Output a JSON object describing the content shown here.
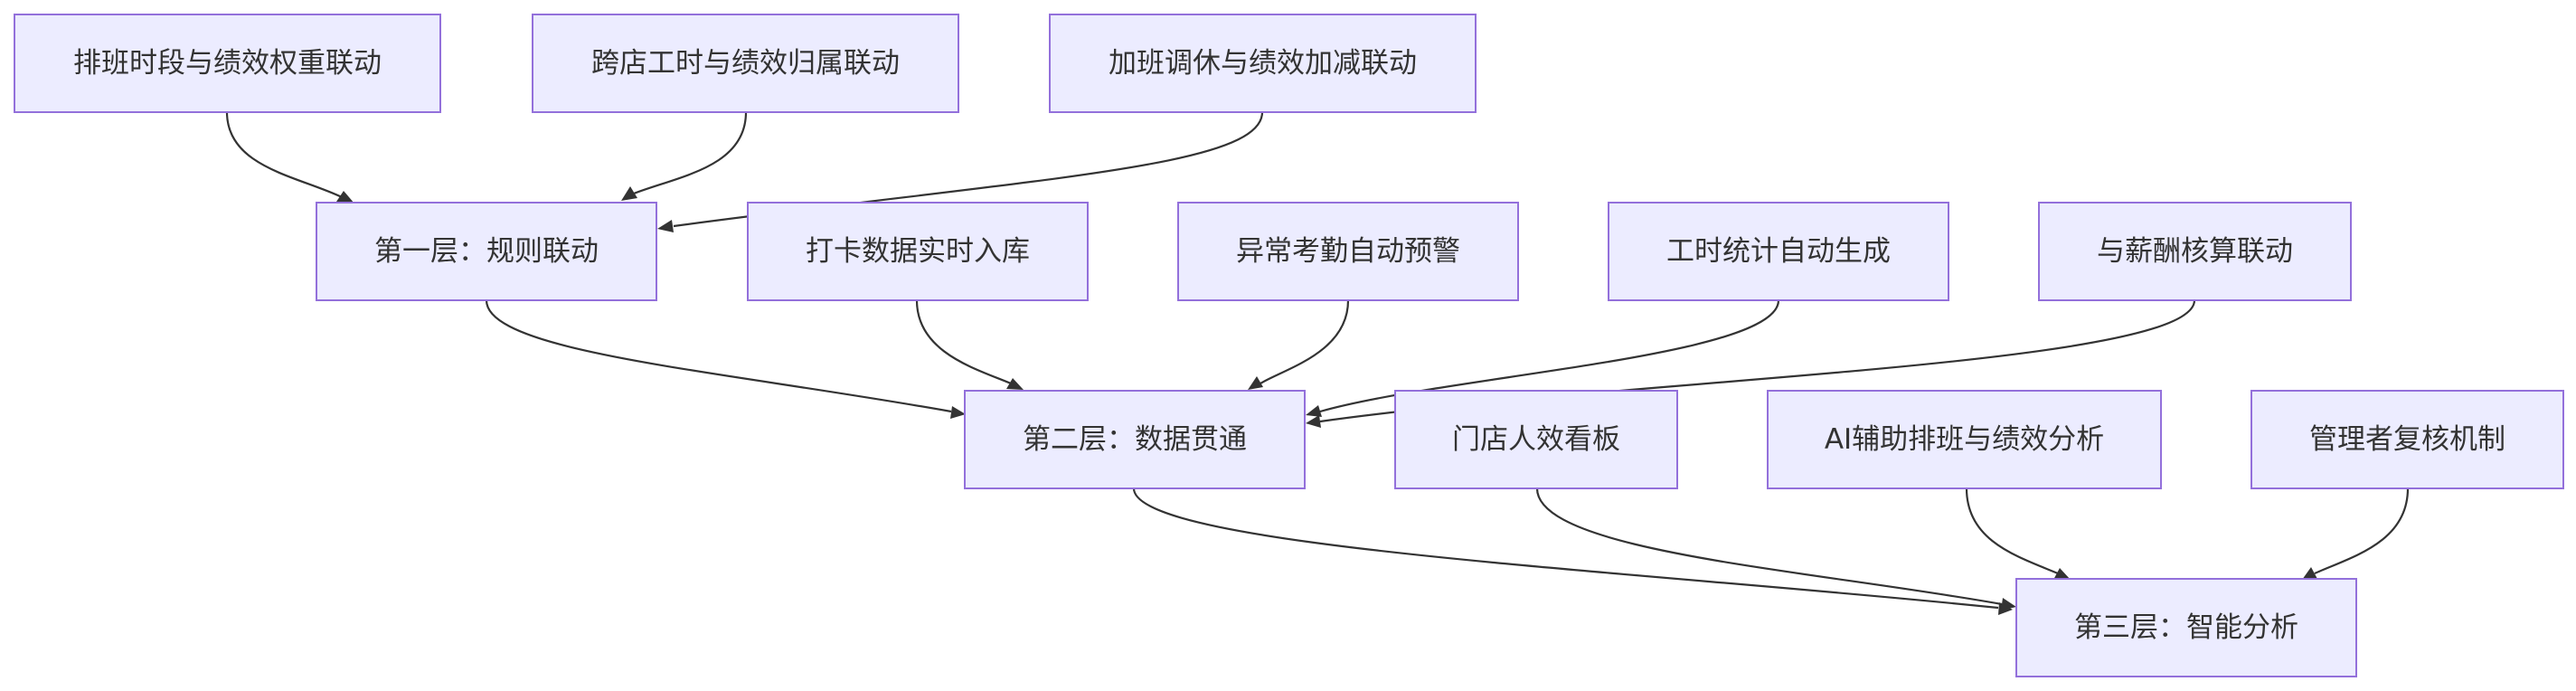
{
  "diagram": {
    "colors": {
      "node_fill": "#ECECFF",
      "node_border": "#9370DB",
      "edge": "#333333",
      "text": "#333333"
    },
    "nodes": {
      "schedule_weight": "排班时段与绩效权重联动",
      "cross_store": "跨店工时与绩效归属联动",
      "overtime": "加班调休与绩效加减联动",
      "layer1": "第一层：规则联动",
      "clock_in": "打卡数据实时入库",
      "attendance_alert": "异常考勤自动预警",
      "hours_stats": "工时统计自动生成",
      "payroll": "与薪酬核算联动",
      "layer2": "第二层：数据贯通",
      "store_dashboard": "门店人效看板",
      "ai_scheduling": "AI辅助排班与绩效分析",
      "manager_review": "管理者复核机制",
      "layer3": "第三层：智能分析"
    },
    "edges": [
      {
        "from": "schedule_weight",
        "to": "layer1"
      },
      {
        "from": "cross_store",
        "to": "layer1"
      },
      {
        "from": "overtime",
        "to": "layer1"
      },
      {
        "from": "layer1",
        "to": "layer2"
      },
      {
        "from": "clock_in",
        "to": "layer2"
      },
      {
        "from": "attendance_alert",
        "to": "layer2"
      },
      {
        "from": "hours_stats",
        "to": "layer2"
      },
      {
        "from": "payroll",
        "to": "layer2"
      },
      {
        "from": "layer2",
        "to": "layer3"
      },
      {
        "from": "store_dashboard",
        "to": "layer3"
      },
      {
        "from": "ai_scheduling",
        "to": "layer3"
      },
      {
        "from": "manager_review",
        "to": "layer3"
      }
    ]
  }
}
